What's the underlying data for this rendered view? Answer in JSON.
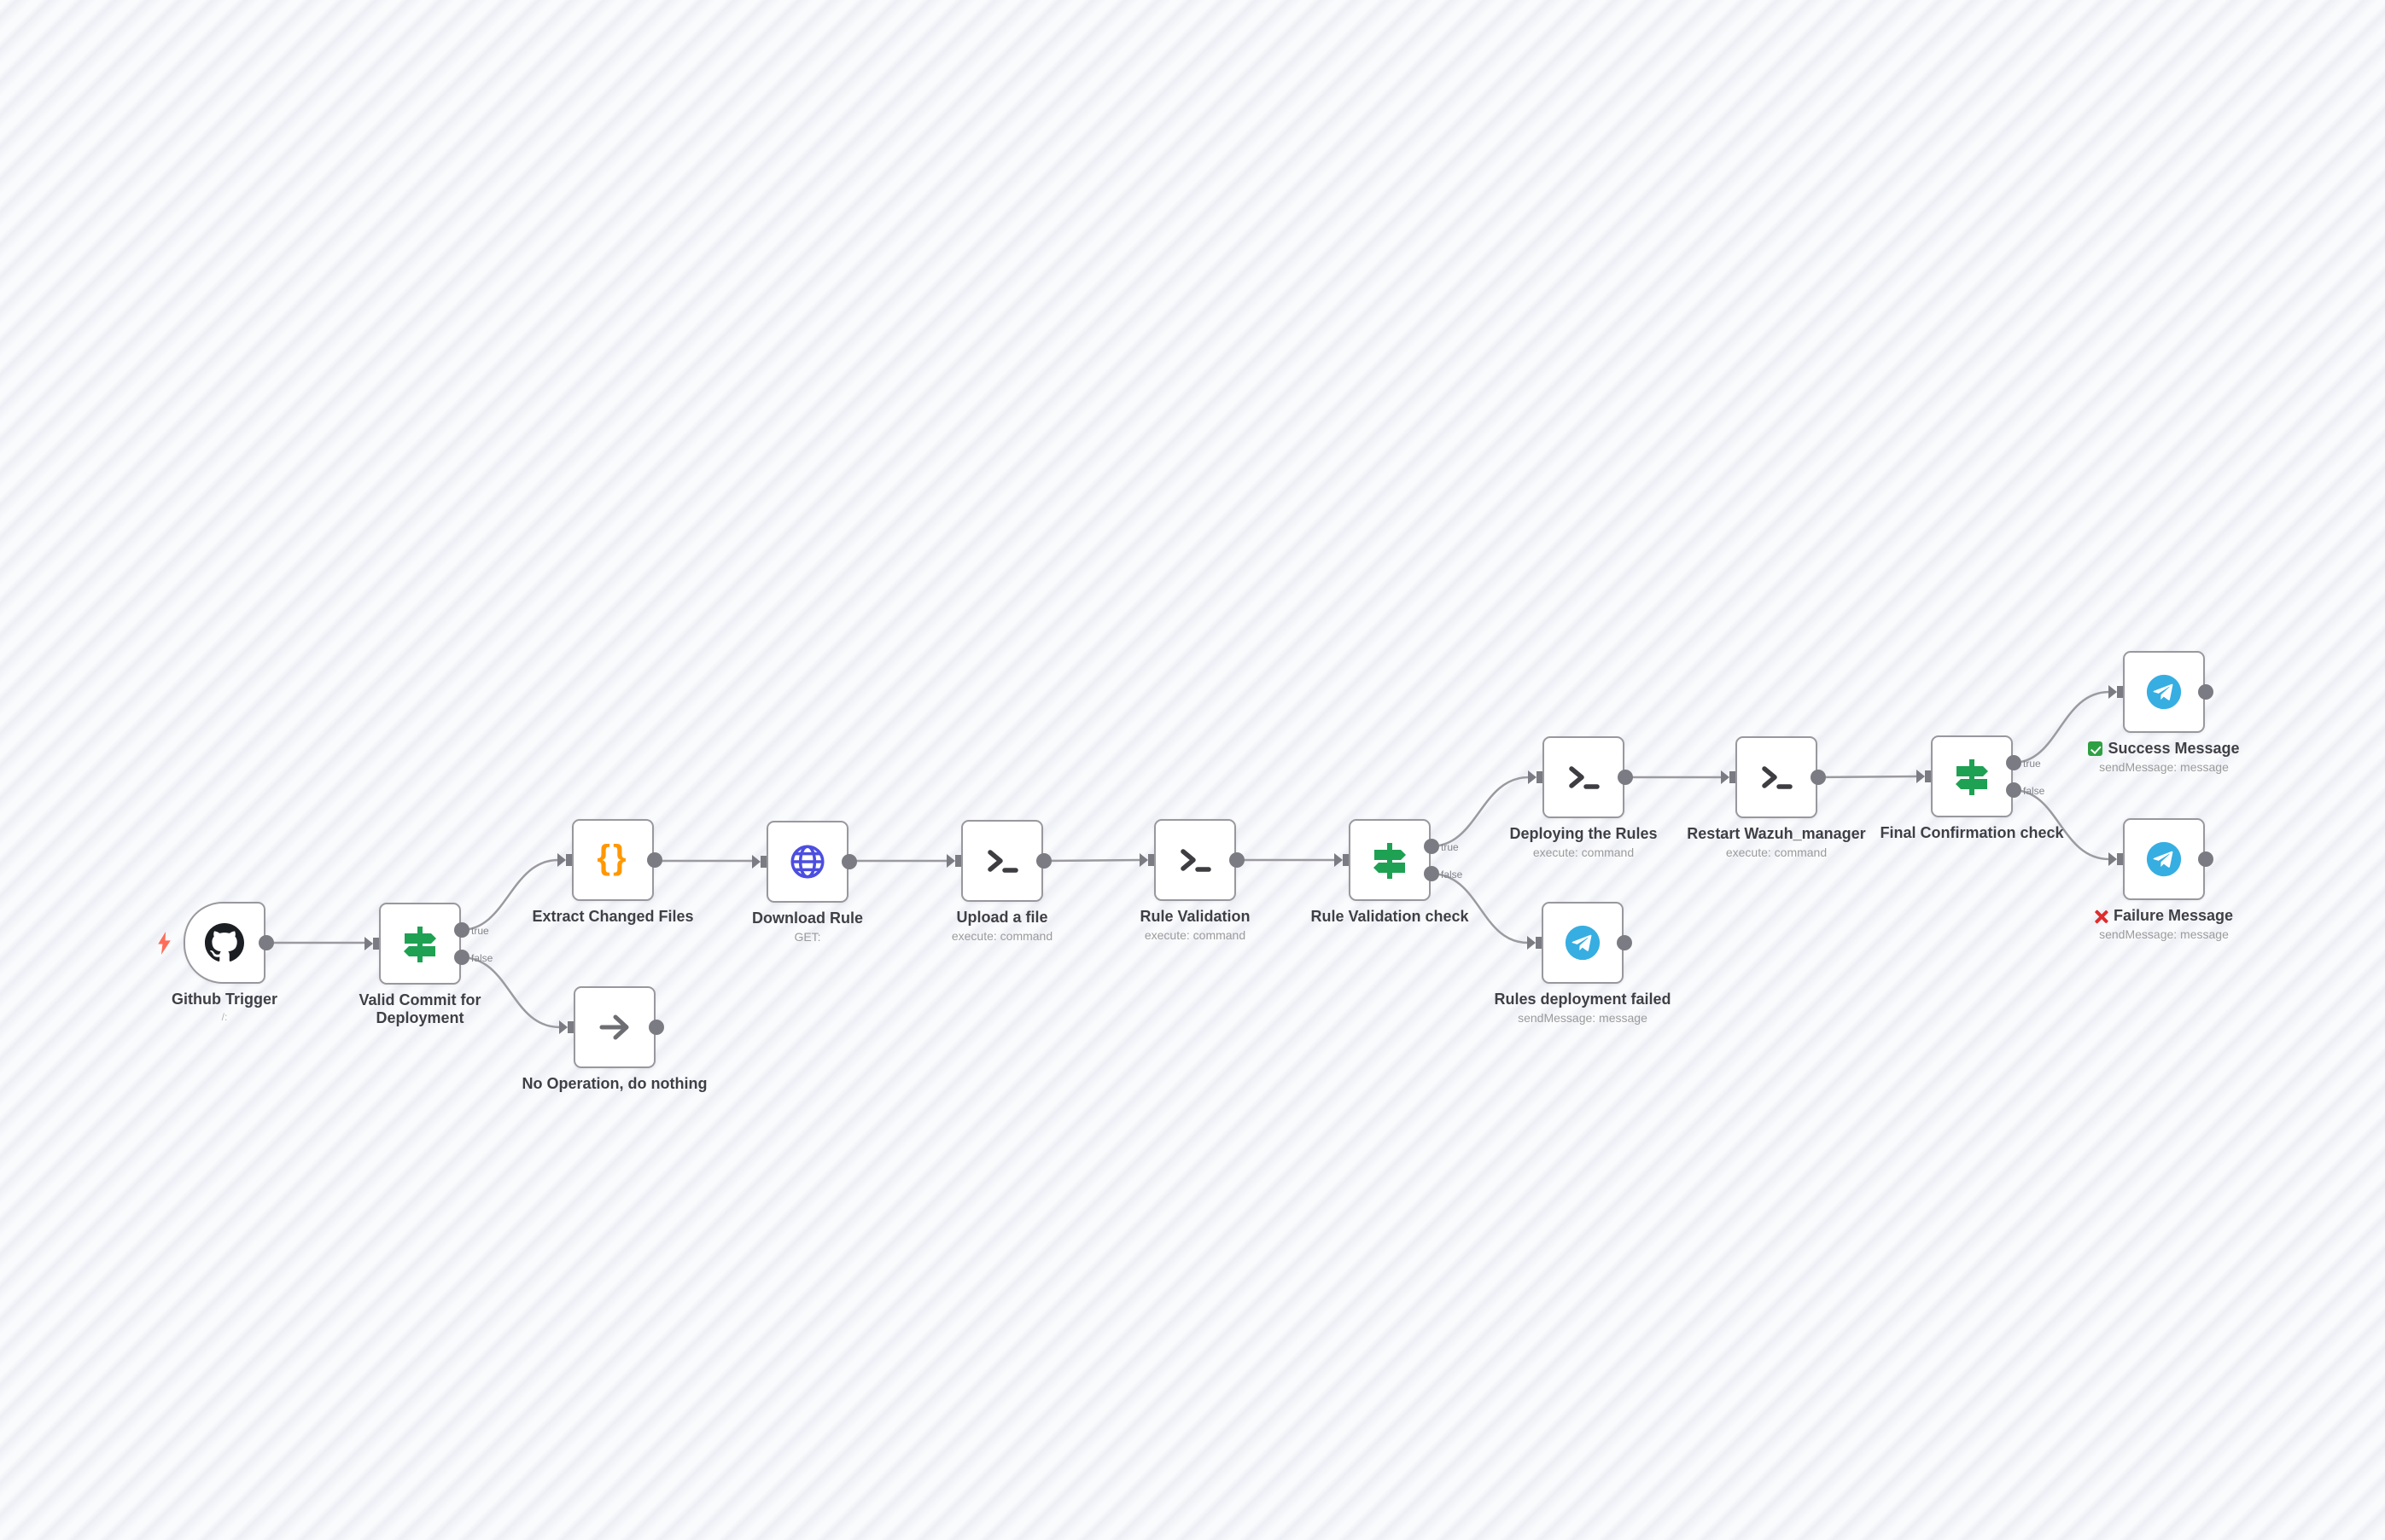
{
  "app": "workflow-editor-canvas",
  "canvas": {
    "background_color": "#f4f5f8",
    "stripe_color": "#edeff5",
    "edge_color": "#9a9aa0",
    "node_border_color": "#98989e",
    "node_background": "#ffffff",
    "label_color": "#3f3f46",
    "subtitle_color": "#9b9b9b",
    "port_color": "#7b7b83"
  },
  "colors": {
    "if_node_green": "#1ea152",
    "http_request_indigo": "#4c4ee0",
    "code_braces_orange": "#ff9800",
    "telegram_blue": "#37aee2",
    "trigger_bolt_red": "#ff6d5a",
    "github_black": "#1b1f23",
    "success_green": "#2ea043",
    "failure_red": "#df2c2c",
    "noop_gray": "#6d6d74",
    "terminal_dark": "#3d3d42"
  },
  "nodes": [
    {
      "id": "github-trigger",
      "label": "Github Trigger",
      "subtitle": "/:",
      "icon": "github-icon",
      "type": "trigger"
    },
    {
      "id": "valid-commit-for-deployment",
      "label": "Valid Commit for Deployment",
      "icon": "if-signpost-icon",
      "type": "if",
      "outputs": [
        {
          "label": "true"
        },
        {
          "label": "false"
        }
      ]
    },
    {
      "id": "extract-changed-files",
      "label": "Extract Changed Files",
      "icon": "json-braces-icon",
      "type": "action"
    },
    {
      "id": "no-operation-do-nothing",
      "label": "No Operation, do nothing",
      "icon": "noop-arrow-icon",
      "type": "action"
    },
    {
      "id": "download-rule",
      "label": "Download Rule",
      "subtitle": "GET:",
      "icon": "globe-icon",
      "type": "action"
    },
    {
      "id": "upload-a-file",
      "label": "Upload a file",
      "subtitle": "execute: command",
      "icon": "terminal-icon",
      "type": "action"
    },
    {
      "id": "rule-validation",
      "label": "Rule Validation",
      "subtitle": "execute: command",
      "icon": "terminal-icon",
      "type": "action"
    },
    {
      "id": "rule-validation-check",
      "label": "Rule Validation check",
      "icon": "if-signpost-icon",
      "type": "if",
      "outputs": [
        {
          "label": "true"
        },
        {
          "label": "false"
        }
      ]
    },
    {
      "id": "deploying-the-rules",
      "label": "Deploying the Rules",
      "subtitle": "execute: command",
      "icon": "terminal-icon",
      "type": "action"
    },
    {
      "id": "rules-deployment-failed",
      "label": "Rules deployment failed",
      "subtitle": "sendMessage: message",
      "icon": "telegram-icon",
      "type": "action"
    },
    {
      "id": "restart-wazuh_manager",
      "label": "Restart Wazuh_manager",
      "subtitle": "execute: command",
      "icon": "terminal-icon",
      "type": "action"
    },
    {
      "id": "final-confirmation-check",
      "label": "Final Confirmation check",
      "icon": "if-signpost-icon",
      "type": "if",
      "outputs": [
        {
          "label": "true"
        },
        {
          "label": "false"
        }
      ]
    },
    {
      "id": "success-message",
      "label": "Success Message",
      "subtitle": "sendMessage: message",
      "icon": "telegram-icon",
      "status_icon": "success-check-icon",
      "type": "action"
    },
    {
      "id": "failure-message",
      "label": "Failure Message",
      "subtitle": "sendMessage: message",
      "icon": "telegram-icon",
      "status_icon": "failure-x-icon",
      "type": "action"
    }
  ],
  "connections": [
    {
      "from": "github-trigger",
      "to": "valid-commit-for-deployment"
    },
    {
      "from": "valid-commit-for-deployment",
      "branch": "true",
      "to": "extract-changed-files"
    },
    {
      "from": "valid-commit-for-deployment",
      "branch": "false",
      "to": "no-operation-do-nothing"
    },
    {
      "from": "extract-changed-files",
      "to": "download-rule"
    },
    {
      "from": "download-rule",
      "to": "upload-a-file"
    },
    {
      "from": "upload-a-file",
      "to": "rule-validation"
    },
    {
      "from": "rule-validation",
      "to": "rule-validation-check"
    },
    {
      "from": "rule-validation-check",
      "branch": "true",
      "to": "deploying-the-rules"
    },
    {
      "from": "rule-validation-check",
      "branch": "false",
      "to": "rules-deployment-failed"
    },
    {
      "from": "deploying-the-rules",
      "to": "restart-wazuh_manager"
    },
    {
      "from": "restart-wazuh_manager",
      "to": "final-confirmation-check"
    },
    {
      "from": "final-confirmation-check",
      "branch": "true",
      "to": "success-message"
    },
    {
      "from": "final-confirmation-check",
      "branch": "false",
      "to": "failure-message"
    }
  ]
}
